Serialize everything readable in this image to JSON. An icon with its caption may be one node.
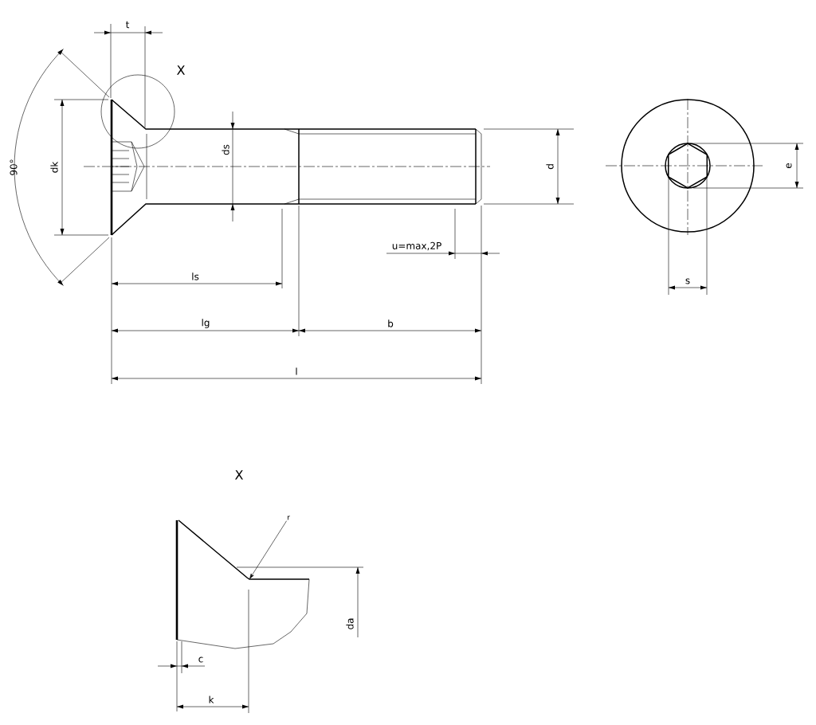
{
  "diagram": {
    "nodes": [
      {
        "text": [
          "r"
        ]
      },
      {
        "text": [],
        "shape": "picture"
      }
    ],
    "edges": [
      {
        "from": 0,
        "to": 1,
        "arrow": "to"
      }
    ],
    "labels": [
      "t",
      "X",
      "90°",
      "dk",
      "ds",
      "d",
      "e",
      "u=max,2P",
      "ls",
      "s",
      "lg",
      "b",
      "l",
      "X",
      "c",
      "da",
      "k"
    ]
  }
}
